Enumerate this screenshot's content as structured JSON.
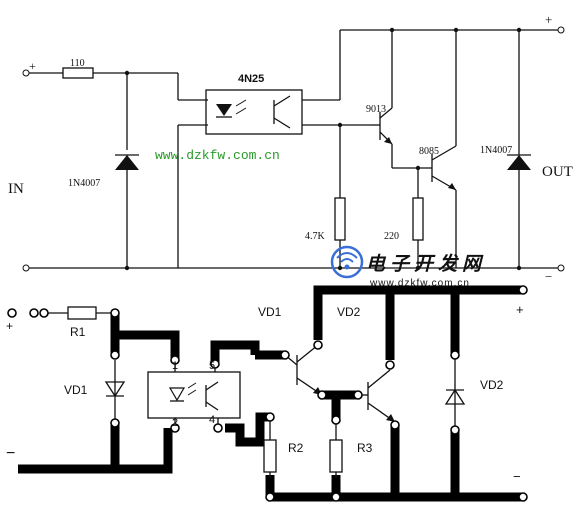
{
  "schematic": {
    "in_label": "IN",
    "out_label": "OUT",
    "plus_in": "+",
    "minus_in": "−",
    "plus_out": "+",
    "minus_out": "−",
    "resistor_in": "110",
    "diode_in": "1N4007",
    "optocoupler": "4N25",
    "transistor_1": "9013",
    "transistor_2": "8085",
    "diode_out": "1N4007",
    "resistor_1": "4.7K",
    "resistor_2": "220",
    "watermark_url_1": "www.dzkfw.com.cn"
  },
  "pcb": {
    "plus_left": "+",
    "minus_left": "−",
    "plus_right": "+",
    "minus_right": "−",
    "r1": "R1",
    "vd1_left": "VD1",
    "vd1_top": "VD1",
    "vd2_top": "VD2",
    "vd2_right": "VD2",
    "r2": "R2",
    "r3": "R3",
    "pin1": "1",
    "pin2": "2",
    "pin4": "4",
    "pin5": "5"
  },
  "watermark": {
    "brand_text": "电子开发网",
    "url_2": "www.dzkfw.com.cn",
    "url_color": "#2a5fd0",
    "brand_color": "#e25a5a"
  }
}
